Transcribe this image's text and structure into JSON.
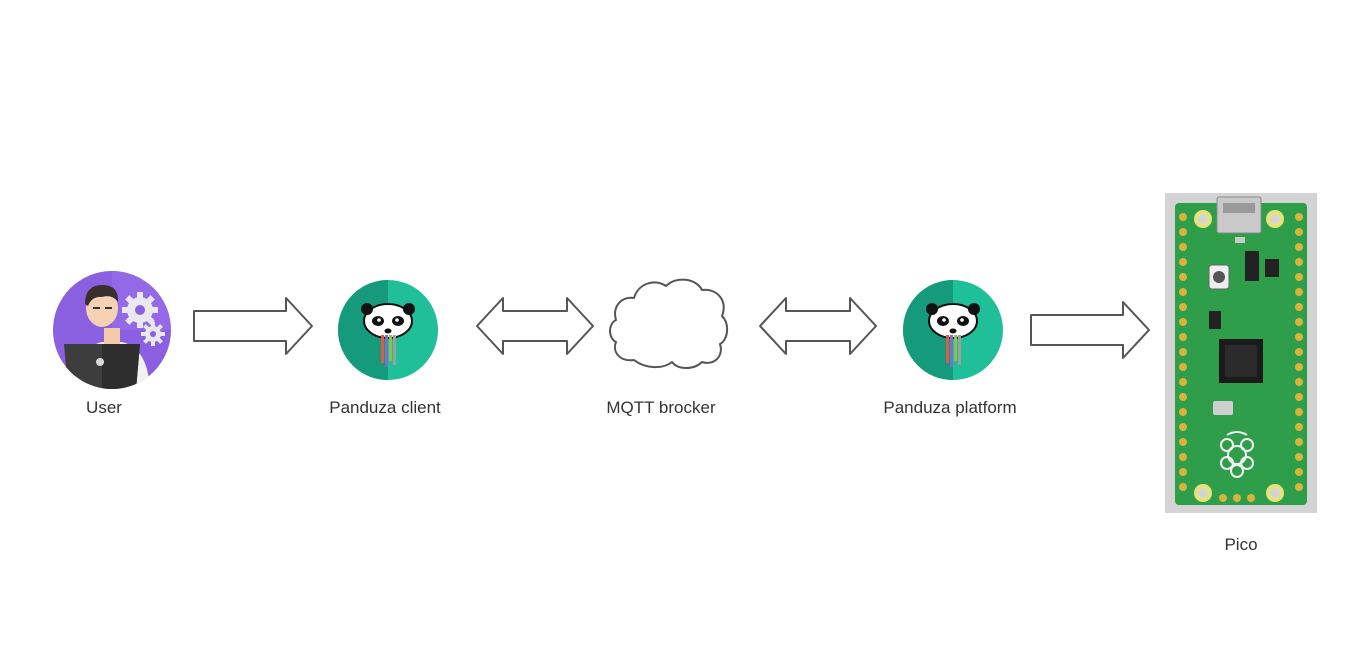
{
  "nodes": {
    "user": {
      "label": "User"
    },
    "client": {
      "label": "Panduza client"
    },
    "broker": {
      "label": "MQTT brocker"
    },
    "platform": {
      "label": "Panduza platform"
    },
    "pico": {
      "label": "Pico"
    }
  },
  "connections": [
    {
      "from": "User",
      "to": "Panduza client",
      "direction": "one-way"
    },
    {
      "from": "Panduza client",
      "to": "MQTT brocker",
      "direction": "two-way"
    },
    {
      "from": "MQTT brocker",
      "to": "Panduza platform",
      "direction": "two-way"
    },
    {
      "from": "Panduza platform",
      "to": "Pico",
      "direction": "one-way"
    }
  ],
  "colors": {
    "user_bg": "#8a5fe0",
    "panduza_teal": "#1fbf9a",
    "panduza_teal_dark": "#169a7c",
    "board_green": "#2e9e4a",
    "arrow_stroke": "#555555"
  },
  "icons": {
    "user": "user-with-laptop-and-gears-icon",
    "client": "panduza-logo-icon",
    "broker": "cloud-icon",
    "platform": "panduza-logo-icon",
    "pico": "raspberry-pi-pico-board-image"
  }
}
